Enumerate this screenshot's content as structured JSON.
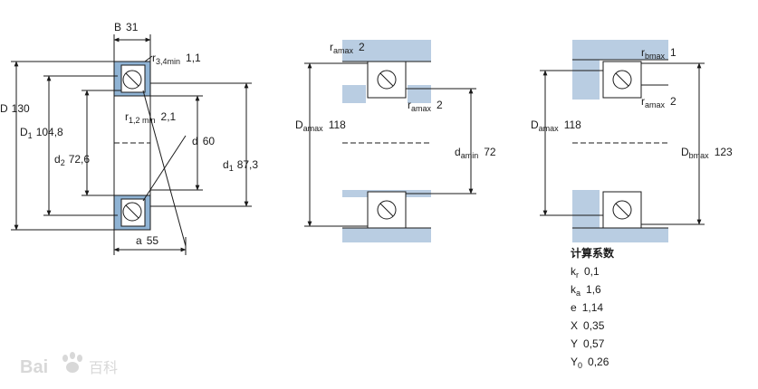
{
  "drawing1": {
    "B": {
      "sym": "B",
      "val": "31"
    },
    "r34": {
      "sym": "r",
      "sub": "3,4min",
      "val": "1,1"
    },
    "r12": {
      "sym": "r",
      "sub": "1,2 min",
      "val": "2,1"
    },
    "D": {
      "sym": "D",
      "val": "130"
    },
    "D1": {
      "sym": "D",
      "sub": "1",
      "val": "104,8"
    },
    "d2": {
      "sym": "d",
      "sub": "2",
      "val": "72,6"
    },
    "d": {
      "sym": "d",
      "val": "60"
    },
    "d1": {
      "sym": "d",
      "sub": "1",
      "val": "87,3"
    },
    "a": {
      "sym": "a",
      "val": "55"
    }
  },
  "drawing2": {
    "ra_top": {
      "sym": "r",
      "sub": "amax",
      "val": "2"
    },
    "ra_mid": {
      "sym": "r",
      "sub": "amax",
      "val": "2"
    },
    "Da": {
      "sym": "D",
      "sub": "amax",
      "val": "118"
    },
    "da": {
      "sym": "d",
      "sub": "amin",
      "val": "72"
    }
  },
  "drawing3": {
    "rb": {
      "sym": "r",
      "sub": "bmax",
      "val": "1"
    },
    "ra": {
      "sym": "r",
      "sub": "amax",
      "val": "2"
    },
    "Da": {
      "sym": "D",
      "sub": "amax",
      "val": "118"
    },
    "Db": {
      "sym": "D",
      "sub": "bmax",
      "val": "123"
    }
  },
  "calc": {
    "title": "计算系数",
    "rows": [
      {
        "sym": "k",
        "sub": "r",
        "val": "0,1"
      },
      {
        "sym": "k",
        "sub": "a",
        "val": "1,6"
      },
      {
        "sym": "e",
        "sub": "",
        "val": "1,14"
      },
      {
        "sym": "X",
        "sub": "",
        "val": "0,35"
      },
      {
        "sym": "Y",
        "sub": "",
        "val": "0,57"
      },
      {
        "sym": "Y",
        "sub": "0",
        "val": "0,26"
      }
    ]
  },
  "watermark": {
    "brand": "Bai",
    "suffix": "百科"
  },
  "colors": {
    "line": "#1a1a1a",
    "fill_bearing": "#8fb3d4",
    "fill_housing": "#b9cde2"
  }
}
